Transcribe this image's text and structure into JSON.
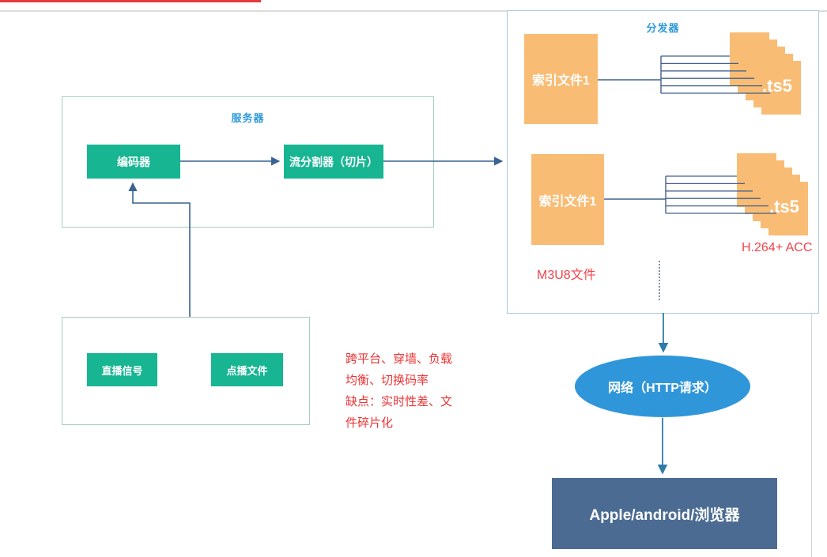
{
  "server_group": {
    "label": "服务器",
    "encoder_label": "编码器",
    "splitter_label": "流分割器（切片）"
  },
  "source_group": {
    "live_label": "直播信号",
    "vod_label": "点播文件"
  },
  "notes": {
    "line1": "跨平台、穿墙、负载",
    "line2": "均衡、切换码率",
    "line3": "缺点：实时性差、文",
    "line4": "件碎片化"
  },
  "distributor": {
    "label": "分发器",
    "rows": [
      {
        "index_label": "索引文件1",
        "ts_label": ".ts5"
      },
      {
        "index_label": "索引文件1",
        "ts_label": ".ts5"
      }
    ],
    "m3u8_label": "M3U8文件",
    "codec_label": "H.264+ ACC"
  },
  "network": {
    "label": "网络（HTTP请求）"
  },
  "client": {
    "label": "Apple/android/浏览器"
  },
  "colors": {
    "teal": "#17b592",
    "orange": "#f9bc74",
    "blue_label": "#2d9bd9",
    "network_blue": "#3096da",
    "client_slate": "#4b6b93",
    "note_red": "#ee3333",
    "connector": "#3a6292",
    "arrow_steel": "#2e7cab"
  }
}
